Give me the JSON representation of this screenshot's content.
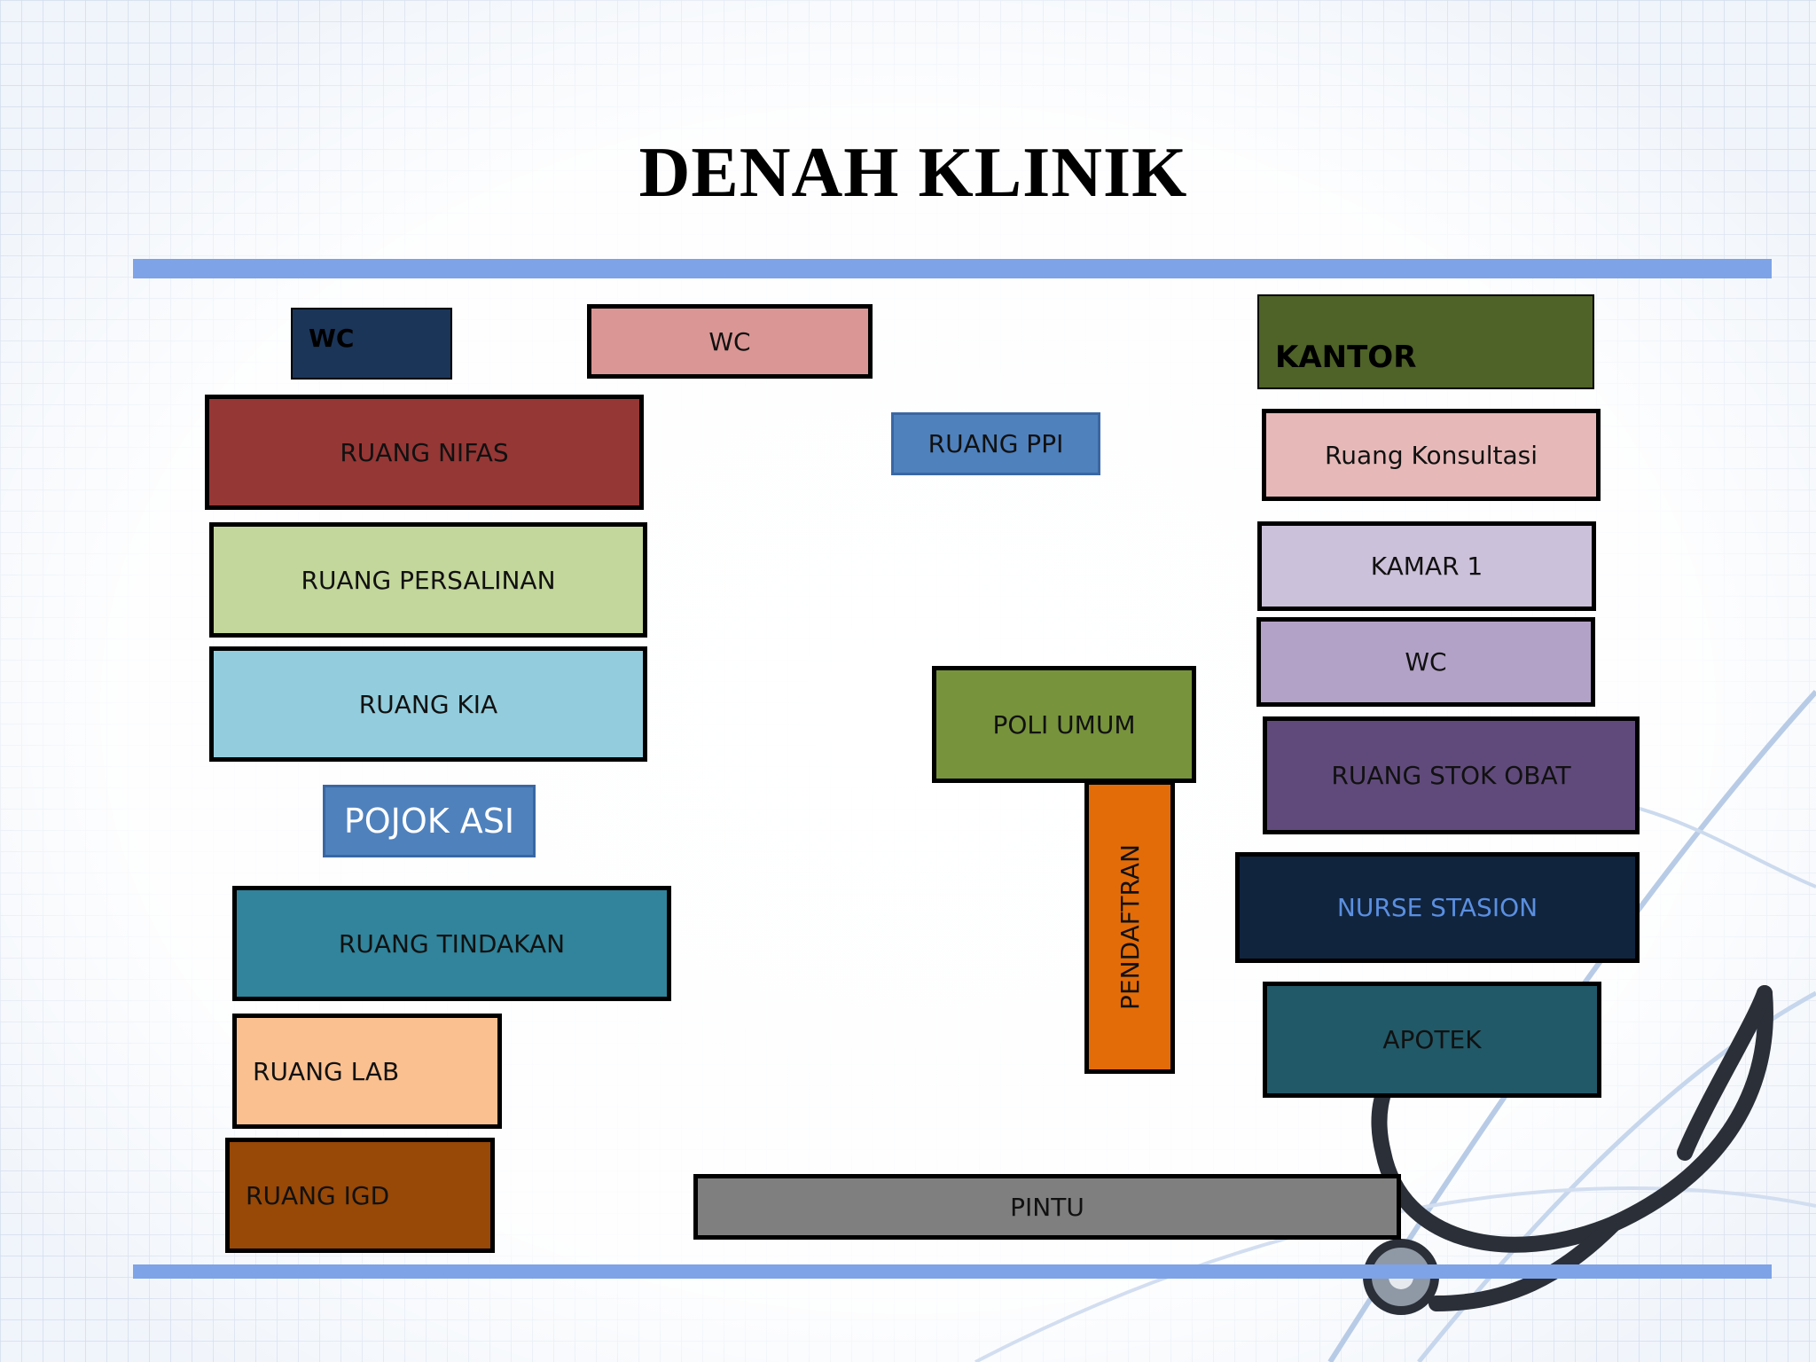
{
  "title": "DENAH KLINIK",
  "rooms": {
    "wc_top_left": {
      "label": "WC",
      "color": "#1b3558"
    },
    "wc_top_mid": {
      "label": "WC",
      "color": "#da9694"
    },
    "kantor": {
      "label": "KANTOR",
      "color": "#4f6228"
    },
    "ruang_nifas": {
      "label": "RUANG NIFAS",
      "color": "#953735"
    },
    "ruang_ppi": {
      "label": "RUANG PPI",
      "color": "#4f81bd"
    },
    "ruang_konsultasi": {
      "label": "Ruang Konsultasi",
      "color": "#e6b9b8"
    },
    "ruang_persalinan": {
      "label": "RUANG PERSALINAN",
      "color": "#c3d69b"
    },
    "kamar_1": {
      "label": "KAMAR 1",
      "color": "#ccc1da"
    },
    "wc_right": {
      "label": "WC",
      "color": "#b3a2c7"
    },
    "ruang_kia": {
      "label": "RUANG KIA",
      "color": "#93cddd"
    },
    "poli_umum": {
      "label": "POLI UMUM",
      "color": "#77933c"
    },
    "ruang_stok_obat": {
      "label": "RUANG STOK OBAT",
      "color": "#604a7b"
    },
    "pojok_asi": {
      "label": "POJOK ASI",
      "color": "#4f81bd"
    },
    "pendaftran": {
      "label": "PENDAFTRAN",
      "color": "#e36c09"
    },
    "nurse_stasion": {
      "label": "NURSE STASION",
      "color": "#10243e"
    },
    "ruang_tindakan": {
      "label": "RUANG TINDAKAN",
      "color": "#31849b"
    },
    "apotek": {
      "label": "APOTEK",
      "color": "#215968"
    },
    "ruang_lab": {
      "label": "RUANG LAB",
      "color": "#fac090"
    },
    "ruang_igd": {
      "label": "RUANG IGD",
      "color": "#984807"
    },
    "pintu": {
      "label": "PINTU",
      "color": "#7f7f7f"
    }
  }
}
